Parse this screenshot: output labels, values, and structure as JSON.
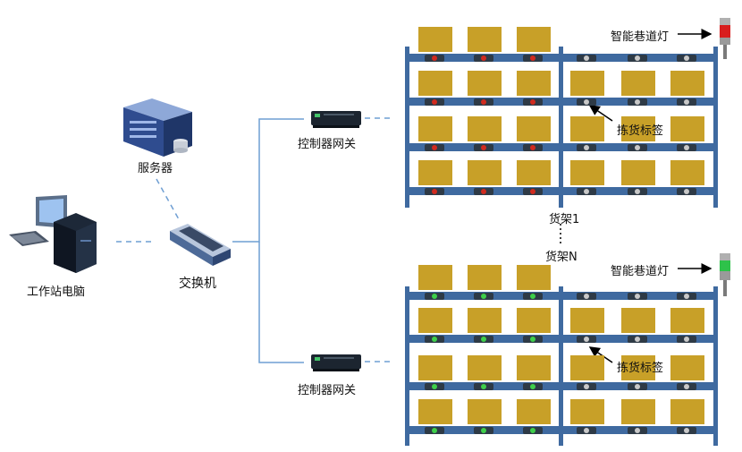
{
  "labels": {
    "server": "服务器",
    "workstation": "工作站电脑",
    "switch": "交换机",
    "gateway_top": "控制器网关",
    "gateway_bottom": "控制器网关",
    "aisle_light_top": "智能巷道灯",
    "aisle_light_bottom": "智能巷道灯",
    "pick_tag_top": "拣货标签",
    "pick_tag_bottom": "拣货标签",
    "rack_1": "货架1",
    "rack_n": "货架N"
  },
  "colors": {
    "rack_frame": "#3f6aa0",
    "box": "#c8a028",
    "tag_body": "#2e3a46",
    "tag_red": "#d02a1e",
    "tag_white": "#c8c8c8",
    "tag_green": "#3ecf4a",
    "connector": "#6f9fd3",
    "light_red": "#d81e1e",
    "light_green": "#2ec24a"
  },
  "icons": [
    "server-icon",
    "workstation-icon",
    "switch-icon",
    "gateway-icon",
    "aisle-light-icon",
    "arrow-icon"
  ]
}
